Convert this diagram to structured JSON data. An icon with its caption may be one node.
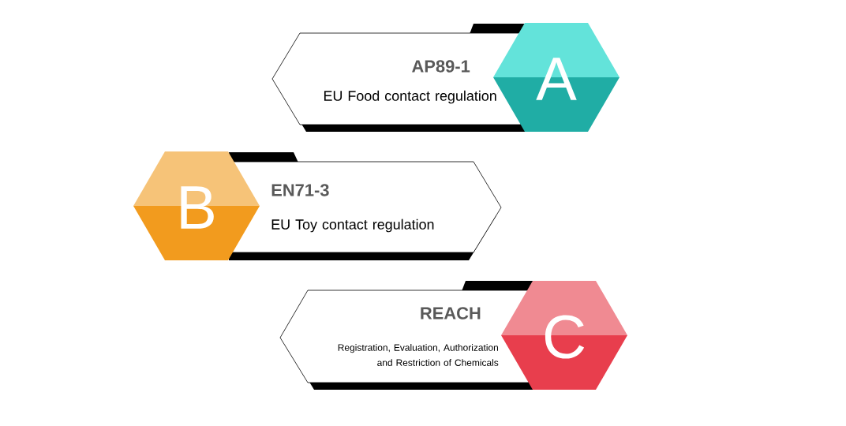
{
  "diagram": {
    "nodes": [
      {
        "text": [
          "AP89-1",
          "EU Food contact regulation"
        ]
      },
      {
        "text": [
          "A"
        ]
      },
      {
        "text": [
          "B"
        ]
      },
      {
        "text": [
          "EN71-3",
          "EU Toy contact regulation"
        ]
      },
      {
        "text": [
          "REACH",
          "Registration, Evaluation, Authorization and Restriction of Chemicals"
        ]
      },
      {
        "text": [
          "C"
        ]
      }
    ]
  }
}
